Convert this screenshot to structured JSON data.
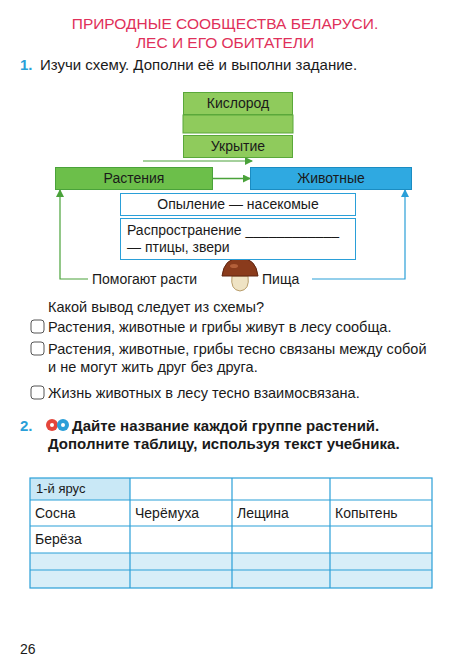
{
  "diagram": {
    "title": "ПРИРОДНЫЕ СООБЩЕСТВА БЕЛАРУСИ. ЛЕС И ЕГО ОБИТАТЕЛИ",
    "nodes": [
      {
        "text": [
          "Кислород"
        ]
      },
      {
        "text": [
          "Укрытие"
        ]
      },
      {
        "text": [
          "Растения"
        ]
      },
      {
        "text": [
          "Животные"
        ]
      },
      {
        "text": [
          "Опыление — насекомые"
        ]
      },
      {
        "text": [
          "Распространение ____________ — птицы, звери"
        ]
      }
    ],
    "edges": [
      {
        "from": 2,
        "to": 3,
        "arrow": "to"
      }
    ],
    "labels": [
      "1.",
      "Изучи схему. Дополни её и выполни задание.",
      "Помогают расти",
      "Пища",
      "Какой вывод следует из схемы?",
      "Растения, животные и грибы живут в лесу сообща.",
      "Растения, животные, грибы тесно связаны между собой и не могут жить друг без друга.",
      "Жизнь животных в лесу тесно взаимосвязана.",
      "2.",
      "Дайте название каждой группе растений. Дополните таблицу, используя текст учебника.",
      "1-й ярус",
      "Сосна",
      "Черёмуха",
      "Лещина",
      "Копытень",
      "Берёза",
      "26"
    ]
  }
}
